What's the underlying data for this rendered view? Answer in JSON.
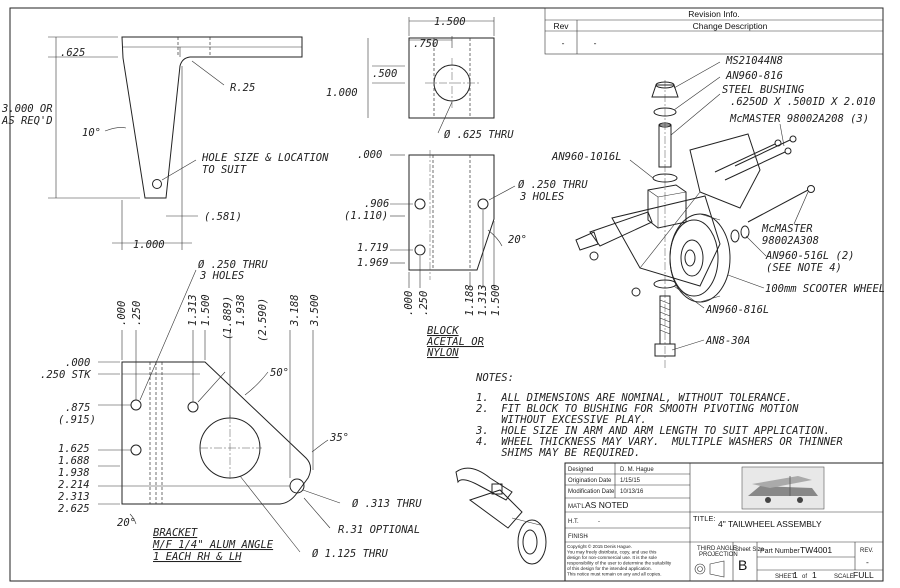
{
  "revision": {
    "title": "Revision Info.",
    "col_rev": "Rev",
    "col_desc": "Change Description",
    "row_rev": "-",
    "row_desc": "-"
  },
  "arm": {
    "dim_top": ".625",
    "dim_length": "3.000 OR",
    "dim_length2": "AS REQ'D",
    "angle": "10°",
    "radius": "R.25",
    "hole_note1": "HOLE SIZE & LOCATION",
    "hole_note2": "TO SUIT",
    "dim_581": "(.581)",
    "dim_width": "1.000"
  },
  "block_top": {
    "dim_1500": "1.500",
    "dim_750": ".750",
    "dim_500": ".500",
    "dim_1000": "1.000",
    "hole": "Ø .625 THRU"
  },
  "block_front": {
    "dim_000": ".000",
    "dim_906": ".906",
    "dim_1110": "(1.110)",
    "dim_1719": "1.719",
    "dim_1969": "1.969",
    "holes1": "Ø .250 THRU",
    "holes2": "3 HOLES",
    "angle": "20°",
    "b_000": ".000",
    "b_250": ".250",
    "b_1188": "1.188",
    "b_1313": "1.313",
    "b_1500": "1.500",
    "label1": "BLOCK",
    "label2": "ACETAL OR",
    "label3": "NYLON"
  },
  "bracket": {
    "holes1": "Ø .250 THRU",
    "holes2": "3 HOLES",
    "top_dims": [
      ".000",
      ".250",
      "1.313",
      "1.500",
      "(1.889)",
      "1.938",
      "(2.590)",
      "3.188",
      "3.500"
    ],
    "left_dims": [
      ".000",
      ".250 STK",
      ".875",
      "(.915)",
      "1.625",
      "1.688",
      "1.938",
      "2.214",
      "2.313",
      "2.625"
    ],
    "angle50": "50°",
    "angle35": "35°",
    "angle20": "20°",
    "hole313": "Ø .313 THRU",
    "r31": "R.31 OPTIONAL",
    "hole1125": "Ø 1.125 THRU",
    "label1": "BRACKET",
    "label2": "M/F 1/4\" ALUM ANGLE",
    "label3": "1 EACH RH & LH"
  },
  "assembly": {
    "ms": "MS21044N8",
    "an960_816": "AN960-816",
    "bushing1": "STEEL BUSHING",
    "bushing2": ".625OD X .500ID X 2.010",
    "mcmaster1": "McMASTER 98002A208 (3)",
    "an1016": "AN960-1016L",
    "mcmaster2a": "McMASTER",
    "mcmaster2b": "98002A308",
    "an516a": "AN960-516L (2)",
    "an516b": "(SEE NOTE 4)",
    "wheel": "100mm SCOOTER WHEEL",
    "an816l": "AN960-816L",
    "an8": "AN8-30A"
  },
  "notes": {
    "title": "NOTES:",
    "items": [
      "1.  ALL DIMENSIONS ARE NOMINAL, WITHOUT TOLERANCE.",
      "2.  FIT BLOCK TO BUSHING FOR SMOOTH PIVOTING MOTION",
      "    WITHOUT EXCESSIVE PLAY.",
      "3.  HOLE SIZE IN ARM AND ARM LENGTH TO SUIT APPLICATION.",
      "4.  WHEEL THICKNESS MAY VARY.  MULTIPLE WASHERS OR THINNER",
      "    SHIMS MAY BE REQUIRED."
    ]
  },
  "title_block": {
    "designed_lbl": "Designed",
    "designed_val": "D. M. Hague",
    "orig_lbl": "Origination Date",
    "orig_val": "1/15/15",
    "mod_lbl": "Modification Date",
    "mod_val": "10/13/16",
    "matl_lbl": "MAT'L",
    "matl_val": "AS NOTED",
    "ht_lbl": "H.T.",
    "ht_val": "-",
    "finish_lbl": "FINISH",
    "finish_val": "-",
    "title_lbl": "TITLE:",
    "title_val": "4\" TAILWHEEL ASSEMBLY",
    "copyright": [
      "Copyright © 2015 Denis Hague.",
      "You may freely distribute, copy, and use this",
      "design for non-commercial use.  It is the sole",
      "responsibility of the user to determine the suitability",
      "of this design for the intended application.",
      "This notice must remain on any and all copies."
    ],
    "proj1": "THIRD ANGLE",
    "proj2": "PROJECTION",
    "sheet_size_lbl": "Sheet Size",
    "sheet_size": "B",
    "part_lbl": "Part Number",
    "part_val": "TW4001",
    "rev_lbl": "REV.",
    "rev_val": "-",
    "sheet_lbl": "SHEET",
    "sheet_of": "1",
    "of": "of",
    "sheet_total": "1",
    "scale_lbl": "SCALE",
    "scale_val": "FULL"
  }
}
